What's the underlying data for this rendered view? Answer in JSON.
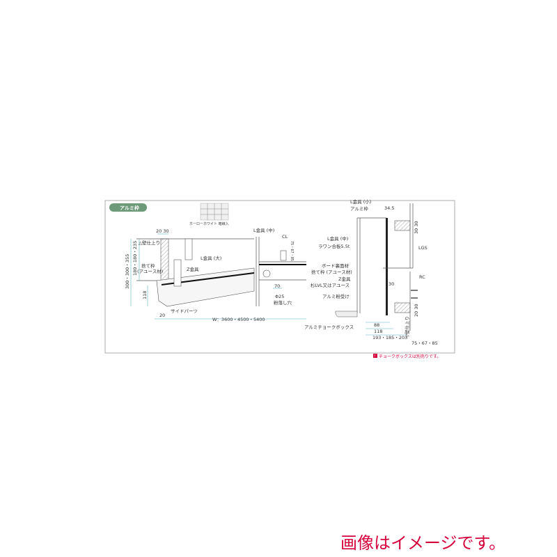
{
  "diagram": {
    "section_badge": "アルミ枠",
    "swatch_label": "ホーローホワイト 暗線入",
    "left": {
      "dim_top": "20 30",
      "wall_finish": "△壁仕上り",
      "l_bracket_large": "L金具 (大)",
      "base_frame": "捨て枠",
      "base_frame_sub": "(アユース材)",
      "z_bracket": "Z金具",
      "height_dims": "180・180・235",
      "outer_dims": "300・300・355",
      "dim_118": "118",
      "side_parts": "サイドパーツ",
      "dim_20": "20",
      "width": "W：3600・4500・5400",
      "l_bracket_mid": "L金具 (中)",
      "cl": "CL",
      "dim_vertical": "75・67・85",
      "dim_70": "70",
      "hole": "Φ25",
      "hole_sub": "粉落し穴"
    },
    "right": {
      "l_bracket_small": "L金具 (小)",
      "alu_frame": "アルミ枠",
      "dim_345": "34.5",
      "dim_3030_top": "30 30",
      "l_bracket_mid": "L金具 (中)",
      "plywood": "ラワン合板5.5t",
      "lgs": "LGS",
      "board_backing": "ボード裏面材",
      "base_frame": "捨て枠 (アユース材)",
      "z_bracket": "Z金具",
      "lvl": "杉LVL又はアユース",
      "rc": "RC",
      "dim_30": "30",
      "alu_tray": "アルミ粉受け",
      "dim_2030": "20 30",
      "wall_finish": "▽壁仕上り",
      "chalk_box": "アルミチョークボックス",
      "dim_88": "88",
      "dim_118": "118",
      "dim_depth": "193・185・203",
      "dim_offset": "75・67・85"
    },
    "note_icon": "!",
    "note": "チョークボックスは別売りです。"
  },
  "caption": "画像はイメージです。",
  "colors": {
    "badge": "#6d9a78",
    "note": "#d6003b",
    "dimension": "#5ab0c8"
  }
}
